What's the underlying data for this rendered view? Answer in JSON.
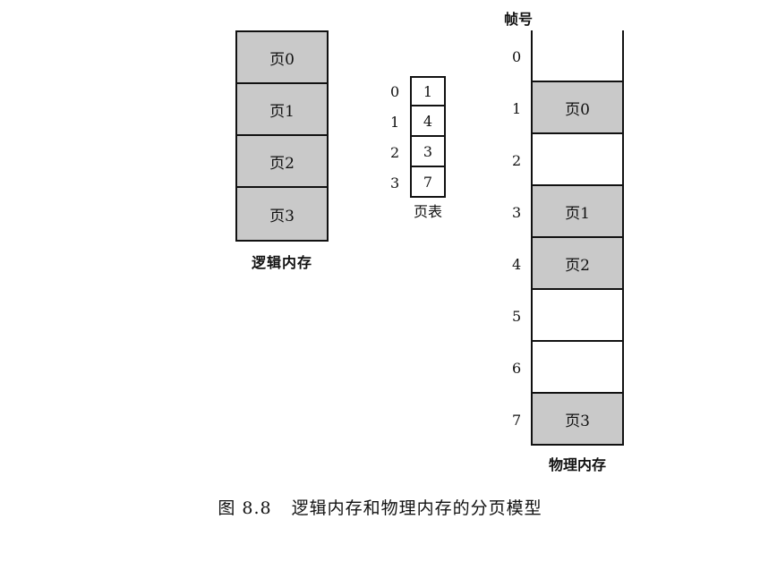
{
  "logical_memory": {
    "caption": "逻辑内存",
    "pages": [
      "页0",
      "页1",
      "页2",
      "页3"
    ],
    "fill_color": "#c9c9c9"
  },
  "page_table": {
    "caption": "页表",
    "rows": [
      {
        "index": "0",
        "frame": "1"
      },
      {
        "index": "1",
        "frame": "4"
      },
      {
        "index": "2",
        "frame": "3"
      },
      {
        "index": "3",
        "frame": "7"
      }
    ]
  },
  "physical_memory": {
    "header": "帧号",
    "caption": "物理内存",
    "frames": [
      {
        "index": "0",
        "label": ""
      },
      {
        "index": "1",
        "label": "页0"
      },
      {
        "index": "2",
        "label": ""
      },
      {
        "index": "3",
        "label": "页1"
      },
      {
        "index": "4",
        "label": "页2"
      },
      {
        "index": "5",
        "label": ""
      },
      {
        "index": "6",
        "label": ""
      },
      {
        "index": "7",
        "label": "页3"
      }
    ]
  },
  "figure_caption": {
    "number": "图 8.8",
    "text": "逻辑内存和物理内存的分页模型"
  }
}
